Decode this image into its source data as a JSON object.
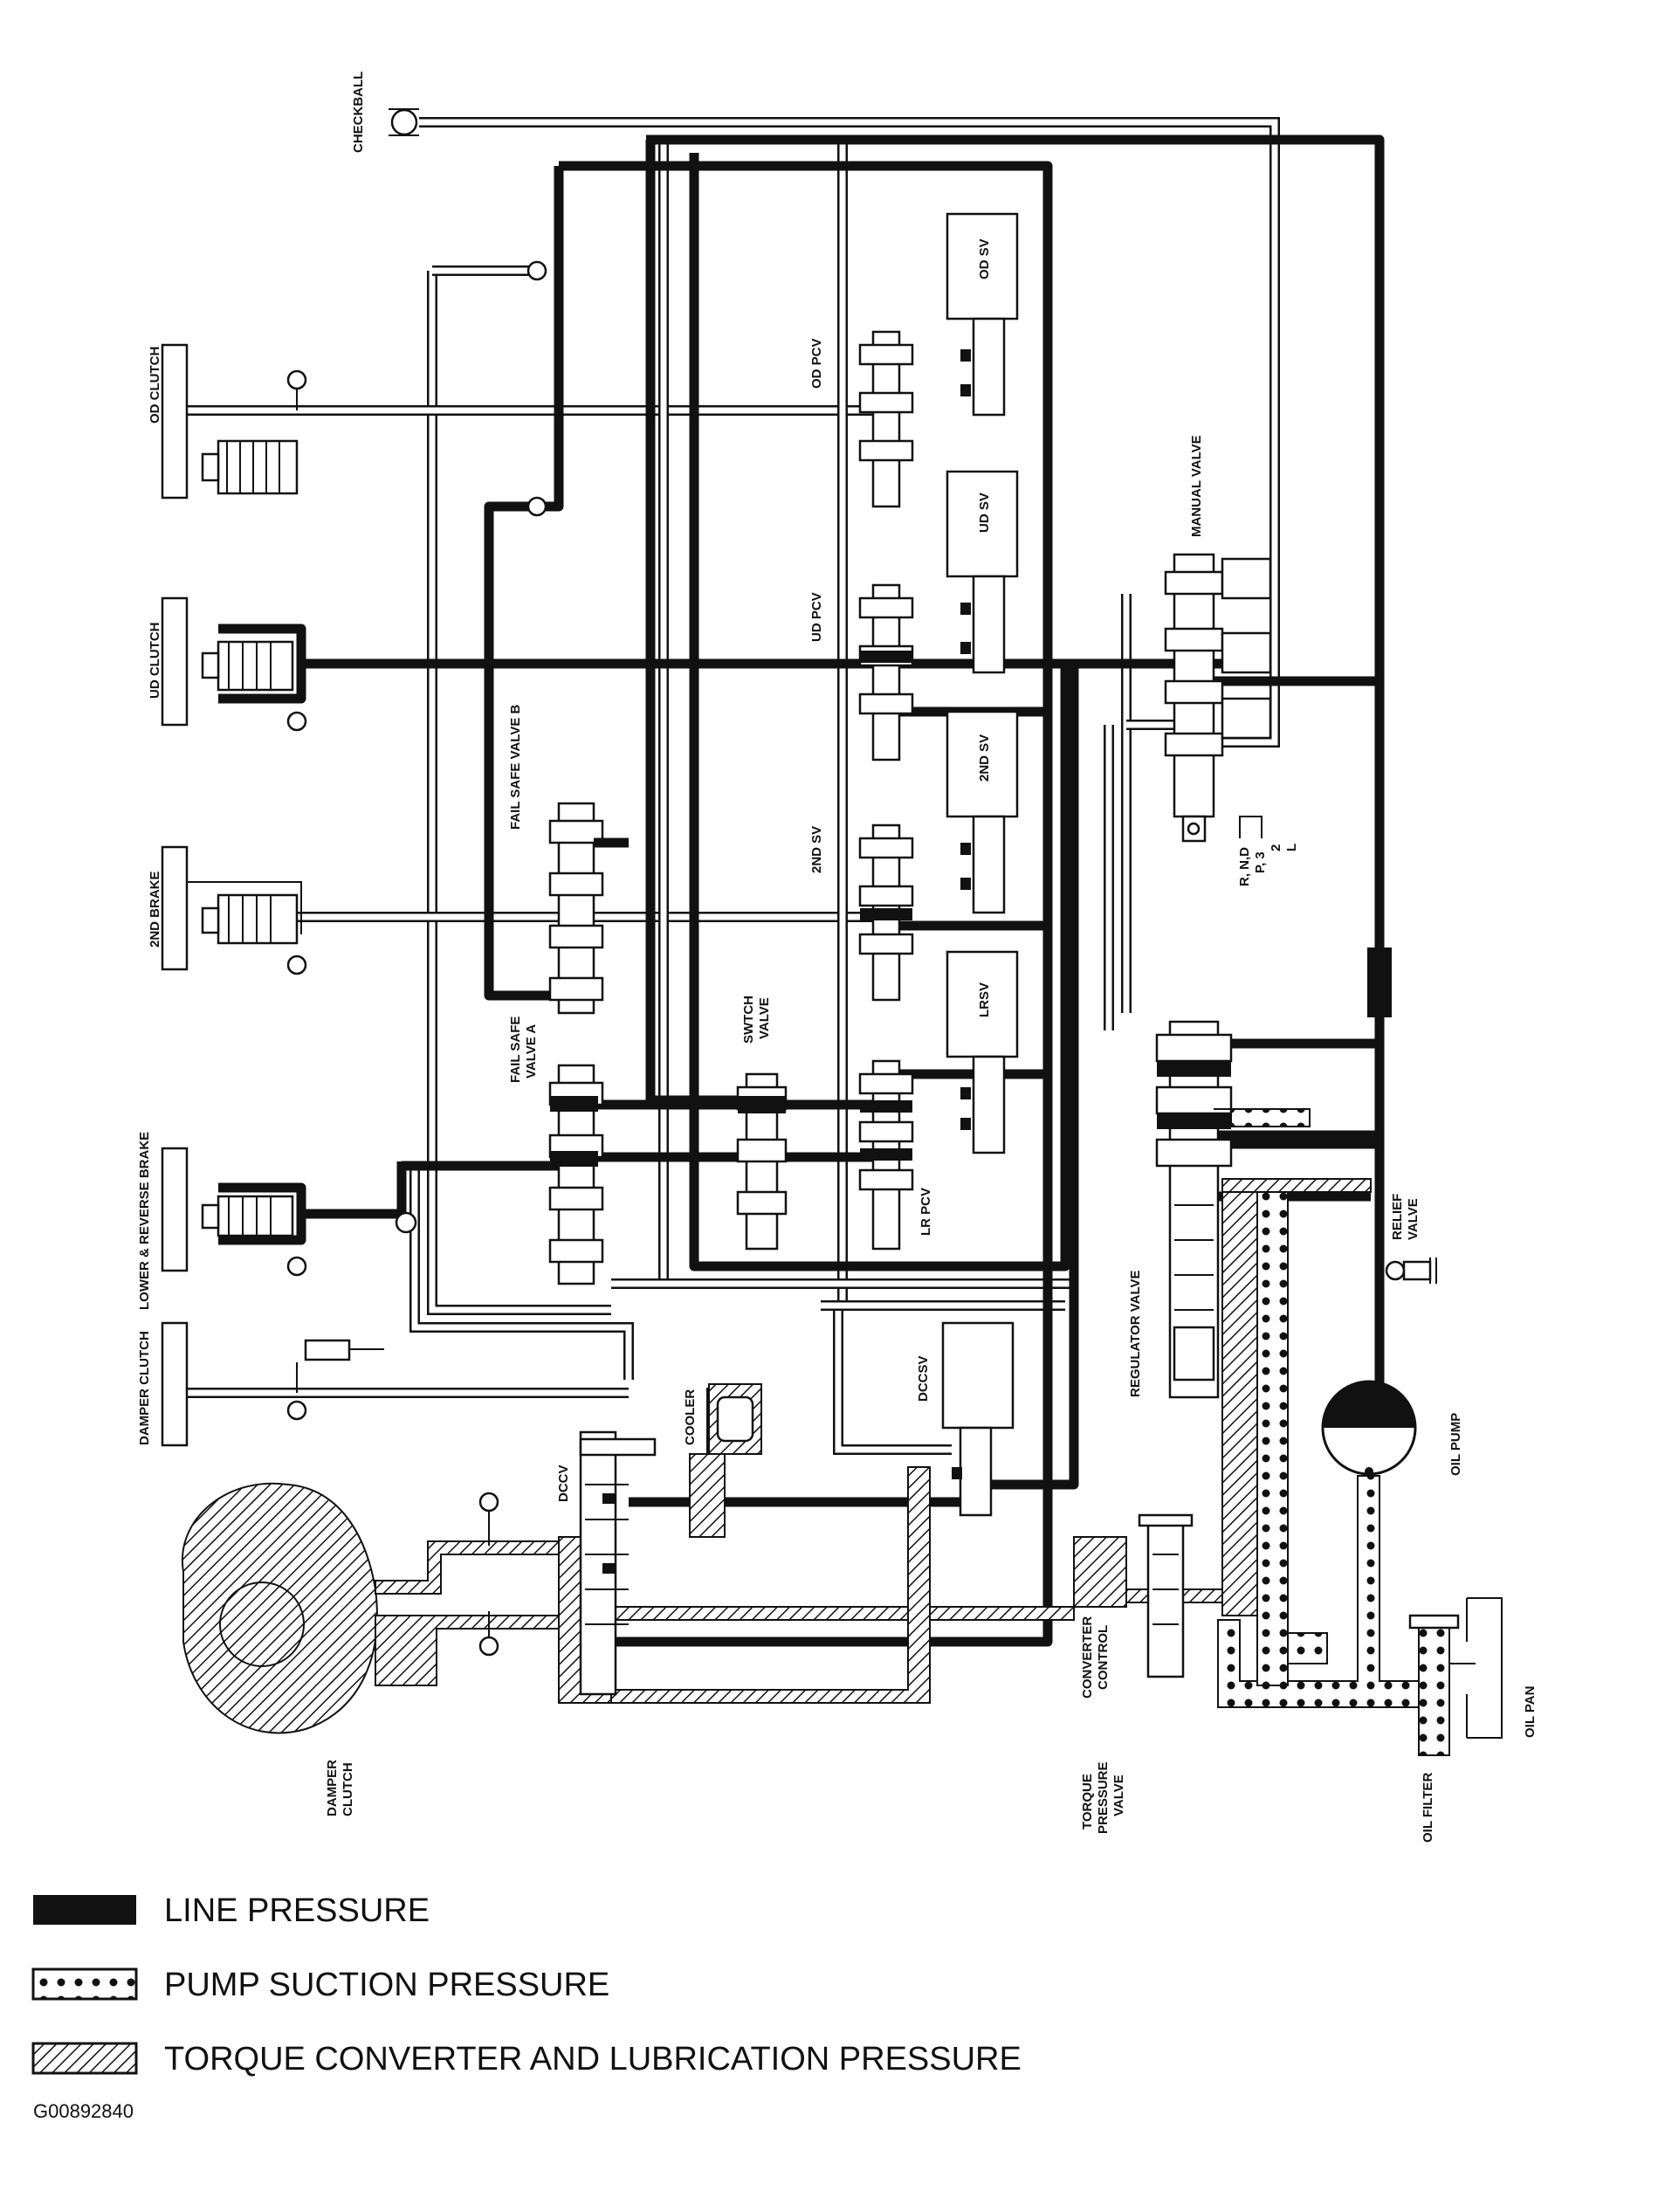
{
  "labels": {
    "checkball": "CHECKBALL",
    "od_clutch": "OD CLUTCH",
    "ud_clutch": "UD CLUTCH",
    "second_brake": "2ND BRAKE",
    "lower_reverse_brake": "LOWER & REVERSE BRAKE",
    "damper_clutch_top": "DAMPER CLUTCH",
    "fail_safe_valve_b": "FAIL SAFE VALVE B",
    "fail_safe_valve_a_1": "FAIL SAFE",
    "fail_safe_valve_a_2": "VALVE A",
    "swtch_valve_1": "SWTCH",
    "swtch_valve_2": "VALVE",
    "od_sv": "OD SV",
    "od_pcv": "OD PCV",
    "ud_sv": "UD SV",
    "ud_pcv": "UD PCV",
    "second_sv_box": "2ND SV",
    "second_sv": "2ND SV",
    "lrsv": "LRSV",
    "lr_pcv": "LR PCV",
    "manual_valve": "MANUAL VALVE",
    "range_1": "R, N,D",
    "range_2": "P, 3",
    "range_3": "2",
    "range_4": "L",
    "regulator_valve": "REGULATOR VALVE",
    "relief_valve_1": "RELIEF",
    "relief_valve_2": "VALVE",
    "oil_pump": "OIL PUMP",
    "dccsv": "DCCSV",
    "cooler": "COOLER",
    "dccv": "DCCV",
    "damper_clutch_1": "DAMPER",
    "damper_clutch_2": "CLUTCH",
    "converter_control_1": "CONVERTER",
    "converter_control_2": "CONTROL",
    "torque_pressure_1": "TORQUE",
    "torque_pressure_2": "PRESSURE",
    "torque_pressure_3": "VALVE",
    "oil_filter": "OIL FILTER",
    "oil_pan": "OIL PAN"
  },
  "legend": [
    {
      "key": "line",
      "text": "LINE PRESSURE"
    },
    {
      "key": "suction",
      "text": "PUMP SUCTION PRESSURE"
    },
    {
      "key": "converter",
      "text": "TORQUE CONVERTER AND LUBRICATION PRESSURE"
    }
  ],
  "figure_id": "G00892840"
}
